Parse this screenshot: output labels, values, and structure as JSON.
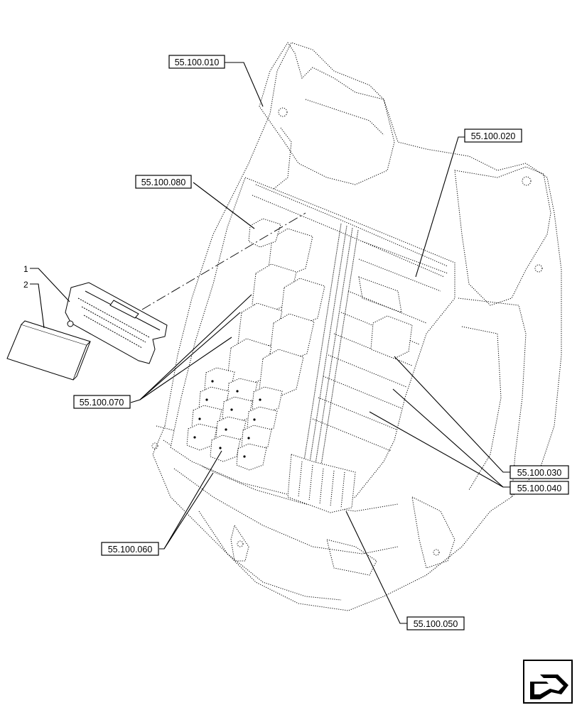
{
  "diagram": {
    "references": [
      {
        "id": "ref-010",
        "label": "55.100.010"
      },
      {
        "id": "ref-020",
        "label": "55.100.020"
      },
      {
        "id": "ref-080",
        "label": "55.100.080"
      },
      {
        "id": "ref-070",
        "label": "55.100.070"
      },
      {
        "id": "ref-030",
        "label": "55.100.030"
      },
      {
        "id": "ref-040",
        "label": "55.100.040"
      },
      {
        "id": "ref-060",
        "label": "55.100.060"
      },
      {
        "id": "ref-050",
        "label": "55.100.050"
      }
    ],
    "item_numbers": [
      "1",
      "2"
    ],
    "nav_icon": "page-navigation-arrow-icon"
  }
}
